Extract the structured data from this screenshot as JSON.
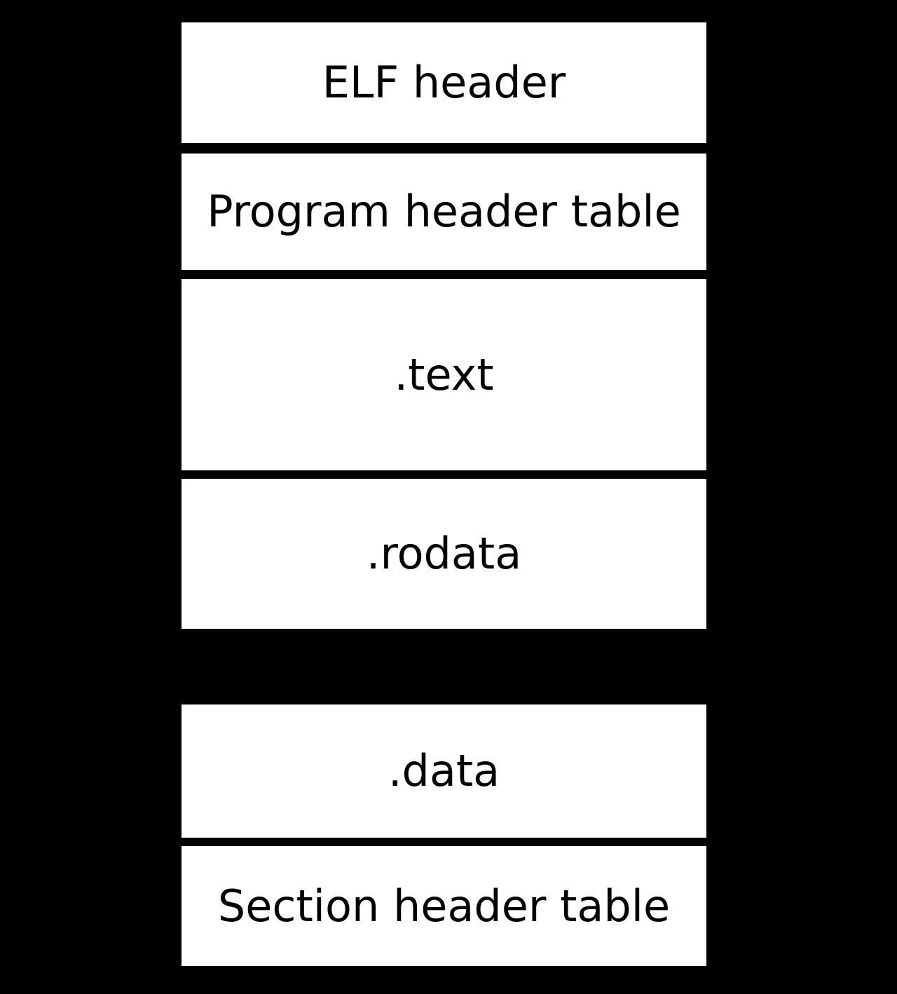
{
  "diagram": {
    "boxes": [
      {
        "label": "ELF header"
      },
      {
        "label": "Program header table"
      },
      {
        "label": ".text"
      },
      {
        "label": ".rodata"
      },
      {
        "label": ".data"
      },
      {
        "label": "Section header table"
      }
    ],
    "colors": {
      "background": "#000000",
      "box_fill": "#ffffff",
      "label_text": "#000000"
    }
  }
}
